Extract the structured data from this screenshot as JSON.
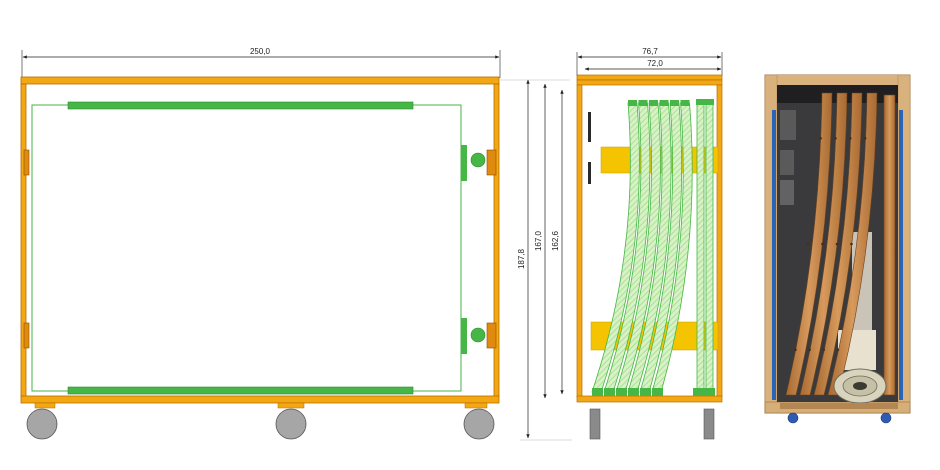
{
  "front_view": {
    "width_label": "250,0"
  },
  "side_view": {
    "outer_depth_label": "76,7",
    "inner_depth_label": "72,0",
    "total_height_label": "187,8",
    "body_height_label": "167,0",
    "inner_height_label": "162,6",
    "stacked_panel_count": 6,
    "straight_panel_count": 2
  },
  "photo": {
    "description_icon": "packed-crate-photo"
  },
  "colors": {
    "frame": "#f3a712",
    "frame_edge": "#b86e00",
    "panel": "#46b646",
    "panel_fill": "#c8ecb0",
    "bracket": "#f4c400",
    "wheel": "#a6a6a6",
    "dimension_line": "#222222",
    "wood": "#c98a4b",
    "crate": "#e8c9a0"
  }
}
